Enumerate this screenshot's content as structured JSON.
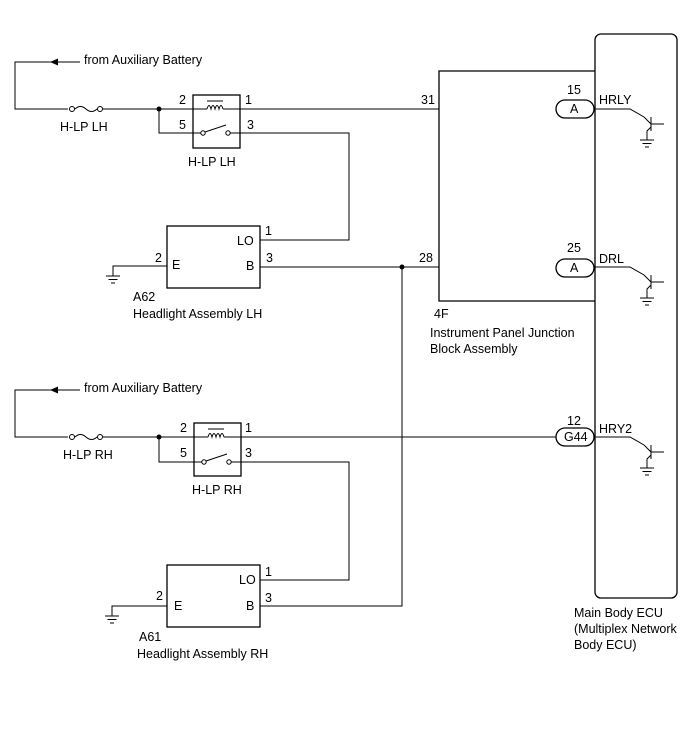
{
  "aux_source": {
    "label": "from Auxiliary Battery"
  },
  "left_circuit": {
    "fuse_label": "H-LP LH",
    "relay": {
      "label": "H-LP LH",
      "pin_2": "2",
      "pin_1": "1",
      "pin_5": "5",
      "pin_3": "3"
    },
    "headlight": {
      "connector": "A62",
      "name": "Headlight Assembly LH",
      "term_lo": "LO",
      "term_b": "B",
      "term_e": "E",
      "pin_lo": "1",
      "pin_b": "3",
      "pin_e": "2"
    }
  },
  "right_circuit": {
    "fuse_label": "H-LP RH",
    "relay": {
      "label": "H-LP RH",
      "pin_2": "2",
      "pin_1": "1",
      "pin_5": "5",
      "pin_3": "3"
    },
    "headlight": {
      "connector": "A61",
      "name": "Headlight Assembly RH",
      "term_lo": "LO",
      "term_b": "B",
      "term_e": "E",
      "pin_lo": "1",
      "pin_b": "3",
      "pin_e": "2"
    }
  },
  "junction_block": {
    "id": "4F",
    "name_line1": "Instrument Panel Junction",
    "name_line2": "Block Assembly",
    "pin_hrly": "31",
    "pin_drl": "28"
  },
  "main_ecu": {
    "name_line1": "Main Body ECU",
    "name_line2": "(Multiplex Network",
    "name_line3": "Body ECU)",
    "terminals": [
      {
        "connector": "A",
        "pin": "15",
        "signal": "HRLY"
      },
      {
        "connector": "A",
        "pin": "25",
        "signal": "DRL"
      },
      {
        "connector": "G44",
        "pin": "12",
        "signal": "HRY2"
      }
    ]
  }
}
